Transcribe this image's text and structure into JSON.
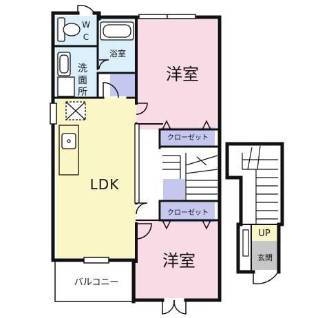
{
  "labels": {
    "wc": "W C",
    "bath": "浴室",
    "washroom": "洗面所",
    "western_room_upper": "洋室",
    "western_room_lower": "洋室",
    "closet_upper": "クローゼット",
    "closet_lower": "クローゼット",
    "ldk": "LDK",
    "balcony": "バルコニー",
    "up": "UP",
    "entrance": "玄関"
  },
  "colors": {
    "western_room": "#f9dbe6",
    "ldk": "#fbf6c6",
    "wet_area": "#dbeffb",
    "closet": "#c5c7ef",
    "entrance": "#c6c6c6",
    "up_area": "#fbf6c6",
    "wall": "#111111",
    "balcony": "#ffffff"
  }
}
